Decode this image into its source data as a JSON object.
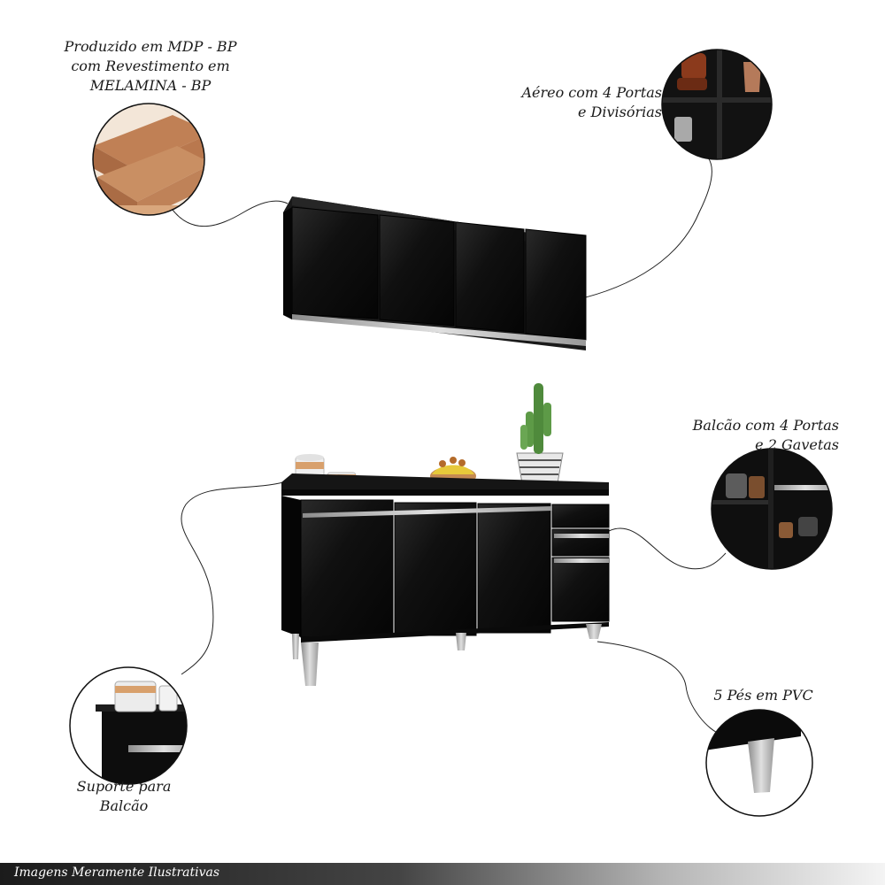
{
  "callouts": {
    "material": {
      "lines": [
        "Produzido em MDP - BP",
        "com Revestimento em",
        "MELAMINA - BP"
      ],
      "icon": "mdp-board-sample"
    },
    "upper_cabinet": {
      "lines": [
        "Aéreo com 4 Portas",
        "e Divisórias"
      ],
      "icon": "shelf-interior-detail"
    },
    "counter": {
      "lines": [
        "Balcão com 4 Portas",
        "e 2 Gavetas"
      ],
      "icon": "counter-interior-detail"
    },
    "support": {
      "lines": [
        "Suporte para",
        "Balcão"
      ],
      "icon": "counter-support-detail"
    },
    "feet": {
      "lines": [
        "5 Pés em PVC"
      ],
      "icon": "pvc-foot-detail"
    }
  },
  "footer": {
    "text": "Imagens Meramente Ilustrativas"
  },
  "colors": {
    "cabinet": "#0d0d0d",
    "handle": "#c9c9c9",
    "wood": "#c98f63",
    "cactus": "#4f8a3c",
    "leader_line": "#222222"
  }
}
